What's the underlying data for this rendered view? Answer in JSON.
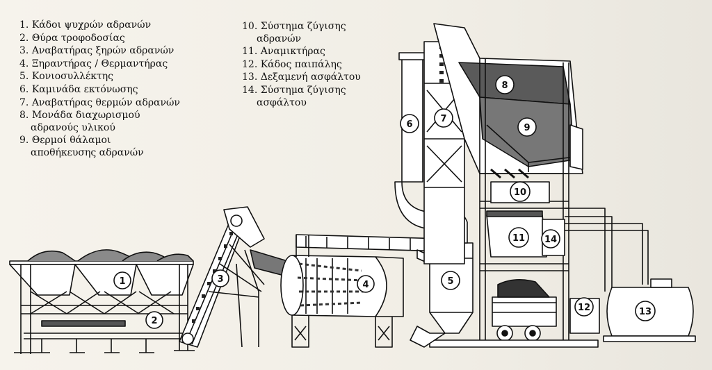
{
  "legend": {
    "left": [
      {
        "num": "1.",
        "lines": [
          "Κάδοι ψυχρών αδρανών"
        ]
      },
      {
        "num": "2.",
        "lines": [
          "Θύρα τροφοδοσίας"
        ]
      },
      {
        "num": "3.",
        "lines": [
          "Αναβατήρας ξηρών αδρανών"
        ]
      },
      {
        "num": "4.",
        "lines": [
          "Ξηραντήρας / Θερμαντήρας"
        ]
      },
      {
        "num": "5.",
        "lines": [
          "Κονιοσυλλέκτης"
        ]
      },
      {
        "num": "6.",
        "lines": [
          "Καμινάδα εκτόνωσης"
        ]
      },
      {
        "num": "7.",
        "lines": [
          "Αναβατήρας θερμών αδρανών"
        ]
      },
      {
        "num": "8.",
        "lines": [
          "Μονάδα διαχωρισμού",
          "αδρανούς υλικού"
        ]
      },
      {
        "num": "9.",
        "lines": [
          "Θερμοί θάλαμοι",
          "αποθήκευσης αδρανών"
        ]
      }
    ],
    "right": [
      {
        "num": "10.",
        "lines": [
          "Σύστημα ζύγισης",
          "αδρανών"
        ]
      },
      {
        "num": "11.",
        "lines": [
          "Αναμικτήρας"
        ]
      },
      {
        "num": "12.",
        "lines": [
          "Κάδος παιπάλης"
        ]
      },
      {
        "num": "13.",
        "lines": [
          "Δεξαμενή ασφάλτου"
        ]
      },
      {
        "num": "14.",
        "lines": [
          "Σύστημα ζύγισης",
          "ασφάλτου"
        ]
      }
    ]
  },
  "callouts": [
    "1",
    "2",
    "3",
    "4",
    "5",
    "6",
    "7",
    "8",
    "9",
    "10",
    "11",
    "12",
    "13",
    "14"
  ],
  "colors": {
    "ink": "#111111",
    "paper": "#f4f1ea"
  }
}
